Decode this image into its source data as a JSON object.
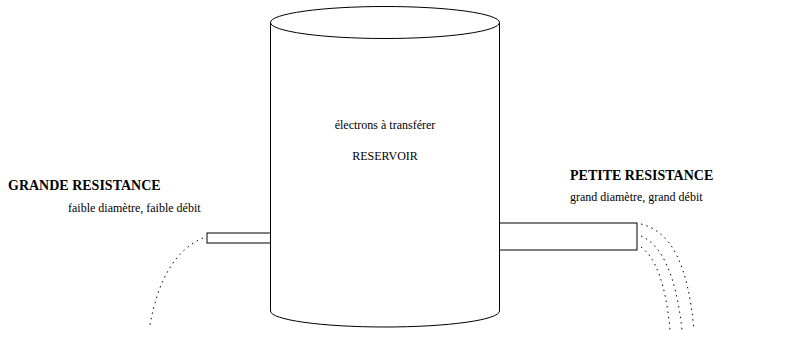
{
  "diagram": {
    "nodes": [
      {
        "text": [
          "électrons à transférer",
          "RESERVOIR"
        ]
      }
    ],
    "labels": [
      "GRANDE RESISTANCE",
      "faible diamètre, faible débit",
      "PETITE RESISTANCE",
      "grand diamètre, grand débit"
    ]
  }
}
